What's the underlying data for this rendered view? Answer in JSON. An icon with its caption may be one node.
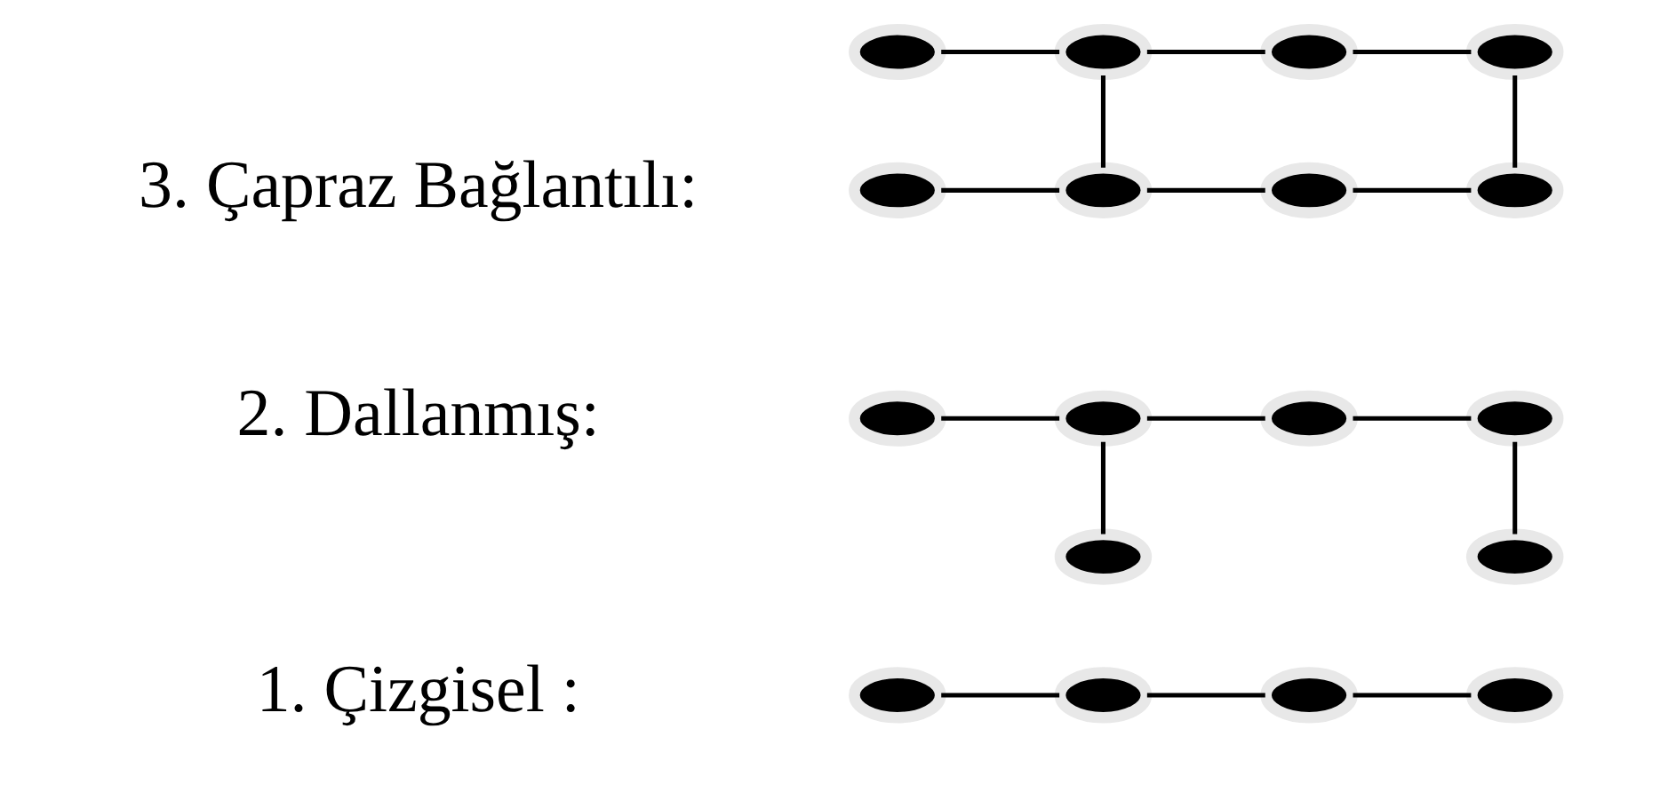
{
  "diagram": {
    "nodes": [
      {
        "text": [],
        "shape": "ellipse"
      },
      {
        "text": [],
        "shape": "ellipse"
      },
      {
        "text": [],
        "shape": "ellipse"
      },
      {
        "text": [],
        "shape": "ellipse"
      },
      {
        "text": [],
        "shape": "ellipse"
      },
      {
        "text": [],
        "shape": "ellipse"
      },
      {
        "text": [],
        "shape": "ellipse"
      },
      {
        "text": [],
        "shape": "ellipse"
      },
      {
        "text": [],
        "shape": "ellipse"
      },
      {
        "text": [],
        "shape": "ellipse"
      },
      {
        "text": [],
        "shape": "ellipse"
      },
      {
        "text": [],
        "shape": "ellipse"
      },
      {
        "text": [],
        "shape": "ellipse"
      },
      {
        "text": [],
        "shape": "ellipse"
      },
      {
        "text": [],
        "shape": "ellipse"
      },
      {
        "text": [],
        "shape": "ellipse"
      },
      {
        "text": [],
        "shape": "ellipse"
      },
      {
        "text": [],
        "shape": "ellipse"
      }
    ],
    "edges": [
      {
        "from": 0,
        "to": 1,
        "arrow": "none"
      },
      {
        "from": 1,
        "to": 2,
        "arrow": "none"
      },
      {
        "from": 2,
        "to": 3,
        "arrow": "none"
      },
      {
        "from": 4,
        "to": 5,
        "arrow": "none"
      },
      {
        "from": 5,
        "to": 6,
        "arrow": "none"
      },
      {
        "from": 6,
        "to": 7,
        "arrow": "none"
      },
      {
        "from": 5,
        "to": 8,
        "arrow": "none"
      },
      {
        "from": 7,
        "to": 9,
        "arrow": "none"
      },
      {
        "from": 10,
        "to": 11,
        "arrow": "none"
      },
      {
        "from": 11,
        "to": 12,
        "arrow": "none"
      },
      {
        "from": 12,
        "to": 13,
        "arrow": "none"
      },
      {
        "from": 11,
        "to": 15,
        "arrow": "none"
      },
      {
        "from": 13,
        "to": 17,
        "arrow": "none"
      },
      {
        "from": 14,
        "to": 15,
        "arrow": "none"
      },
      {
        "from": 15,
        "to": 16,
        "arrow": "none"
      },
      {
        "from": 16,
        "to": 17,
        "arrow": "none"
      }
    ],
    "labels": [
      "1. Çizgisel :",
      "2. Dallanmış:",
      "3. Çapraz Bağlantılı:"
    ]
  }
}
